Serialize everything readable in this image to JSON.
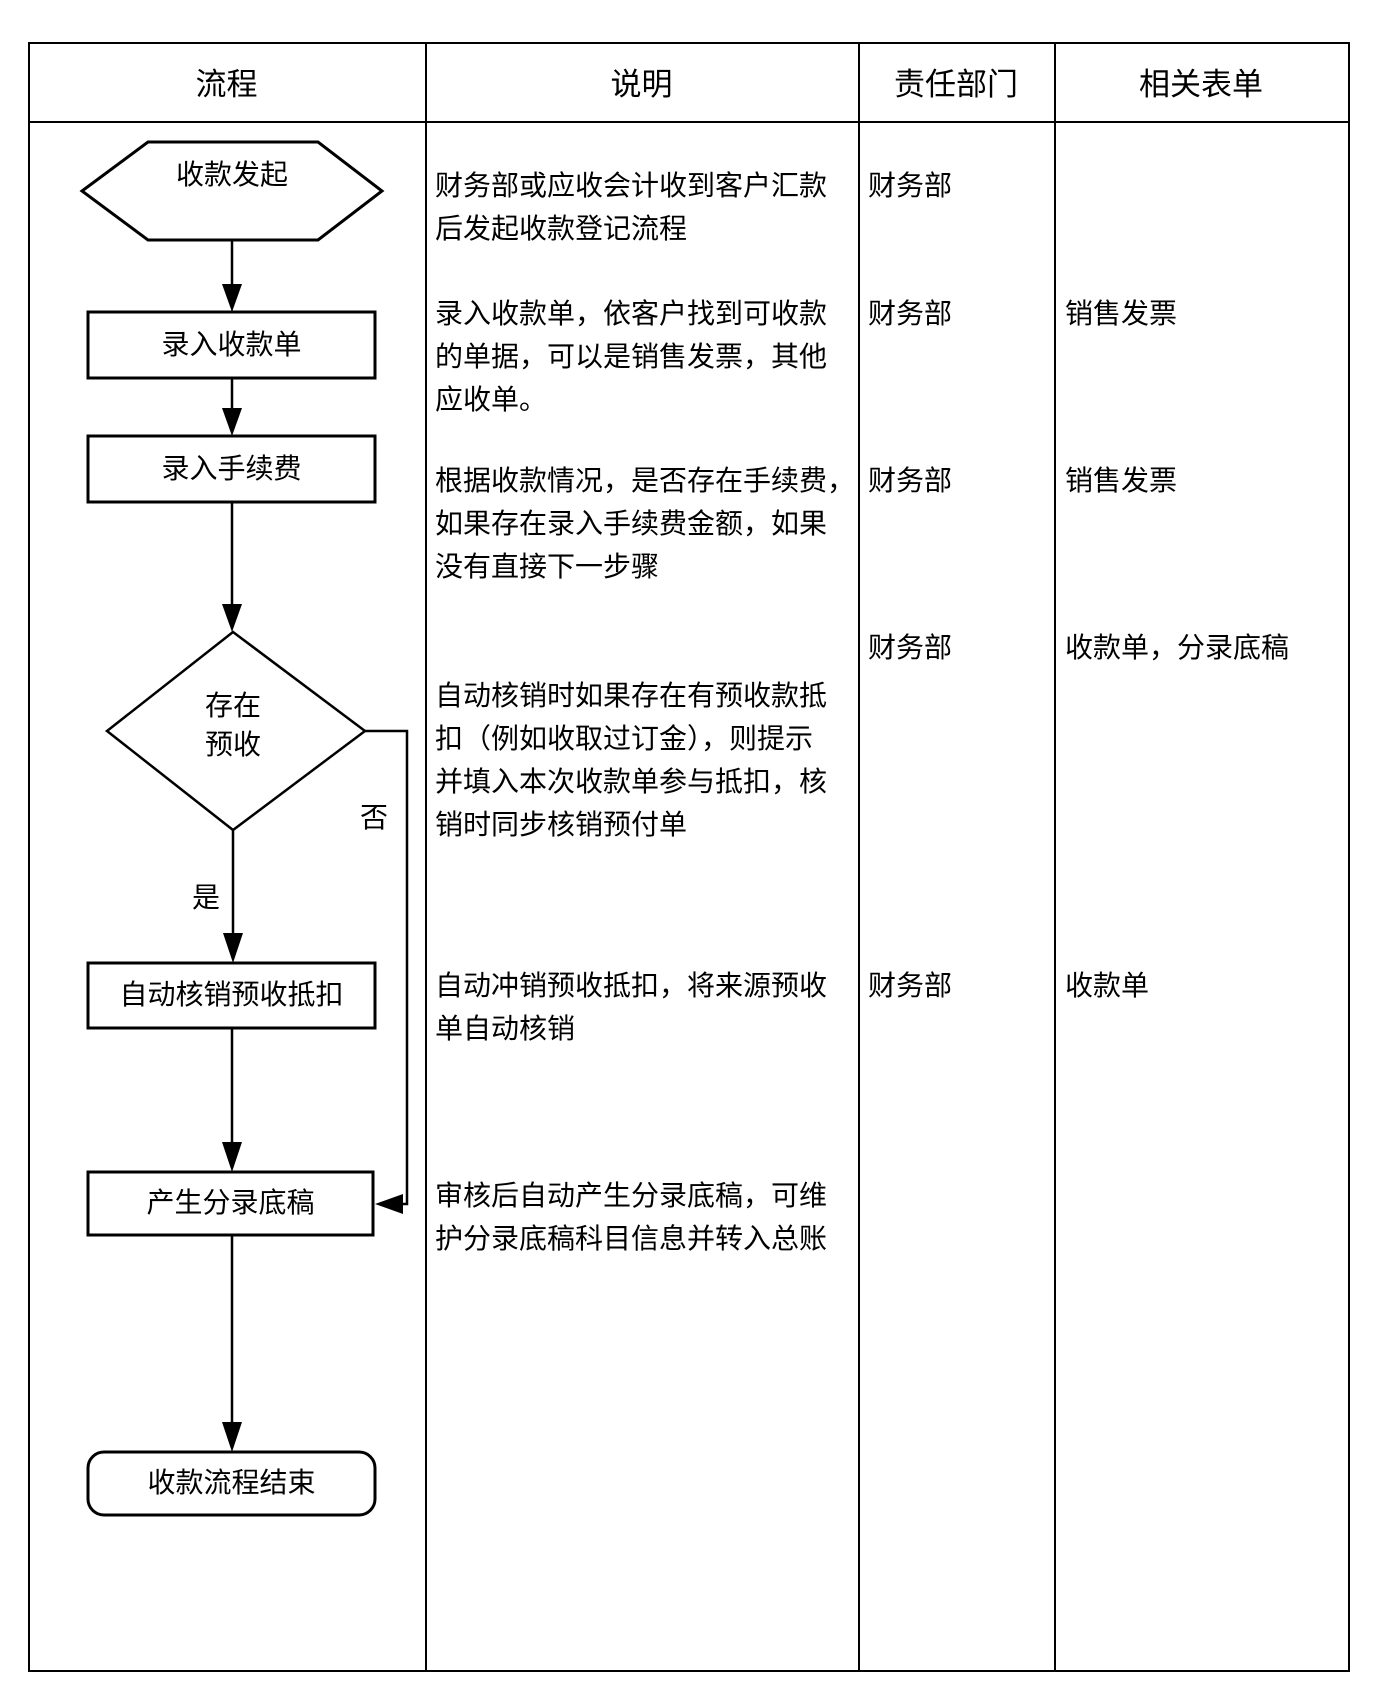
{
  "table": {
    "headers": {
      "process": "流程",
      "description": "说明",
      "department": "责任部门",
      "forms": "相关表单"
    }
  },
  "flowchart": {
    "nodes": {
      "start": {
        "shape": "hexagon",
        "label": "收款发起"
      },
      "enter_receipt": {
        "shape": "rect",
        "label": "录入收款单"
      },
      "enter_fee": {
        "shape": "rect",
        "label": "录入手续费"
      },
      "decision_advance": {
        "shape": "diamond",
        "label": "存在\n预收"
      },
      "auto_writeoff": {
        "shape": "rect",
        "label": "自动核销预收抵扣"
      },
      "generate_entry_draft": {
        "shape": "rect",
        "label": "产生分录底稿"
      },
      "end": {
        "shape": "rounded-rect",
        "label": "收款流程结束"
      }
    },
    "branch_labels": {
      "yes": "是",
      "no": "否"
    }
  },
  "rows": [
    {
      "description": "财务部或应收会计收到客户汇款\n后发起收款登记流程",
      "department": "财务部",
      "forms": ""
    },
    {
      "description": "录入收款单，依客户找到可收款\n的单据，可以是销售发票，其他\n应收单。",
      "department": "财务部",
      "forms": "销售发票"
    },
    {
      "description": "根据收款情况，是否存在手续费，\n如果存在录入手续费金额，如果\n没有直接下一步骤",
      "department": "财务部",
      "forms": "销售发票"
    },
    {
      "description": "自动核销时如果存在有预收款抵\n扣（例如收取过订金），则提示\n并填入本次收款单参与抵扣，核\n销时同步核销预付单",
      "department": "财务部",
      "forms": "收款单，分录底稿"
    },
    {
      "description": "自动冲销预收抵扣，将来源预收\n单自动核销",
      "department": "财务部",
      "forms": "收款单"
    },
    {
      "description": "审核后自动产生分录底稿，可维\n护分录底稿科目信息并转入总账",
      "department": "",
      "forms": ""
    }
  ]
}
